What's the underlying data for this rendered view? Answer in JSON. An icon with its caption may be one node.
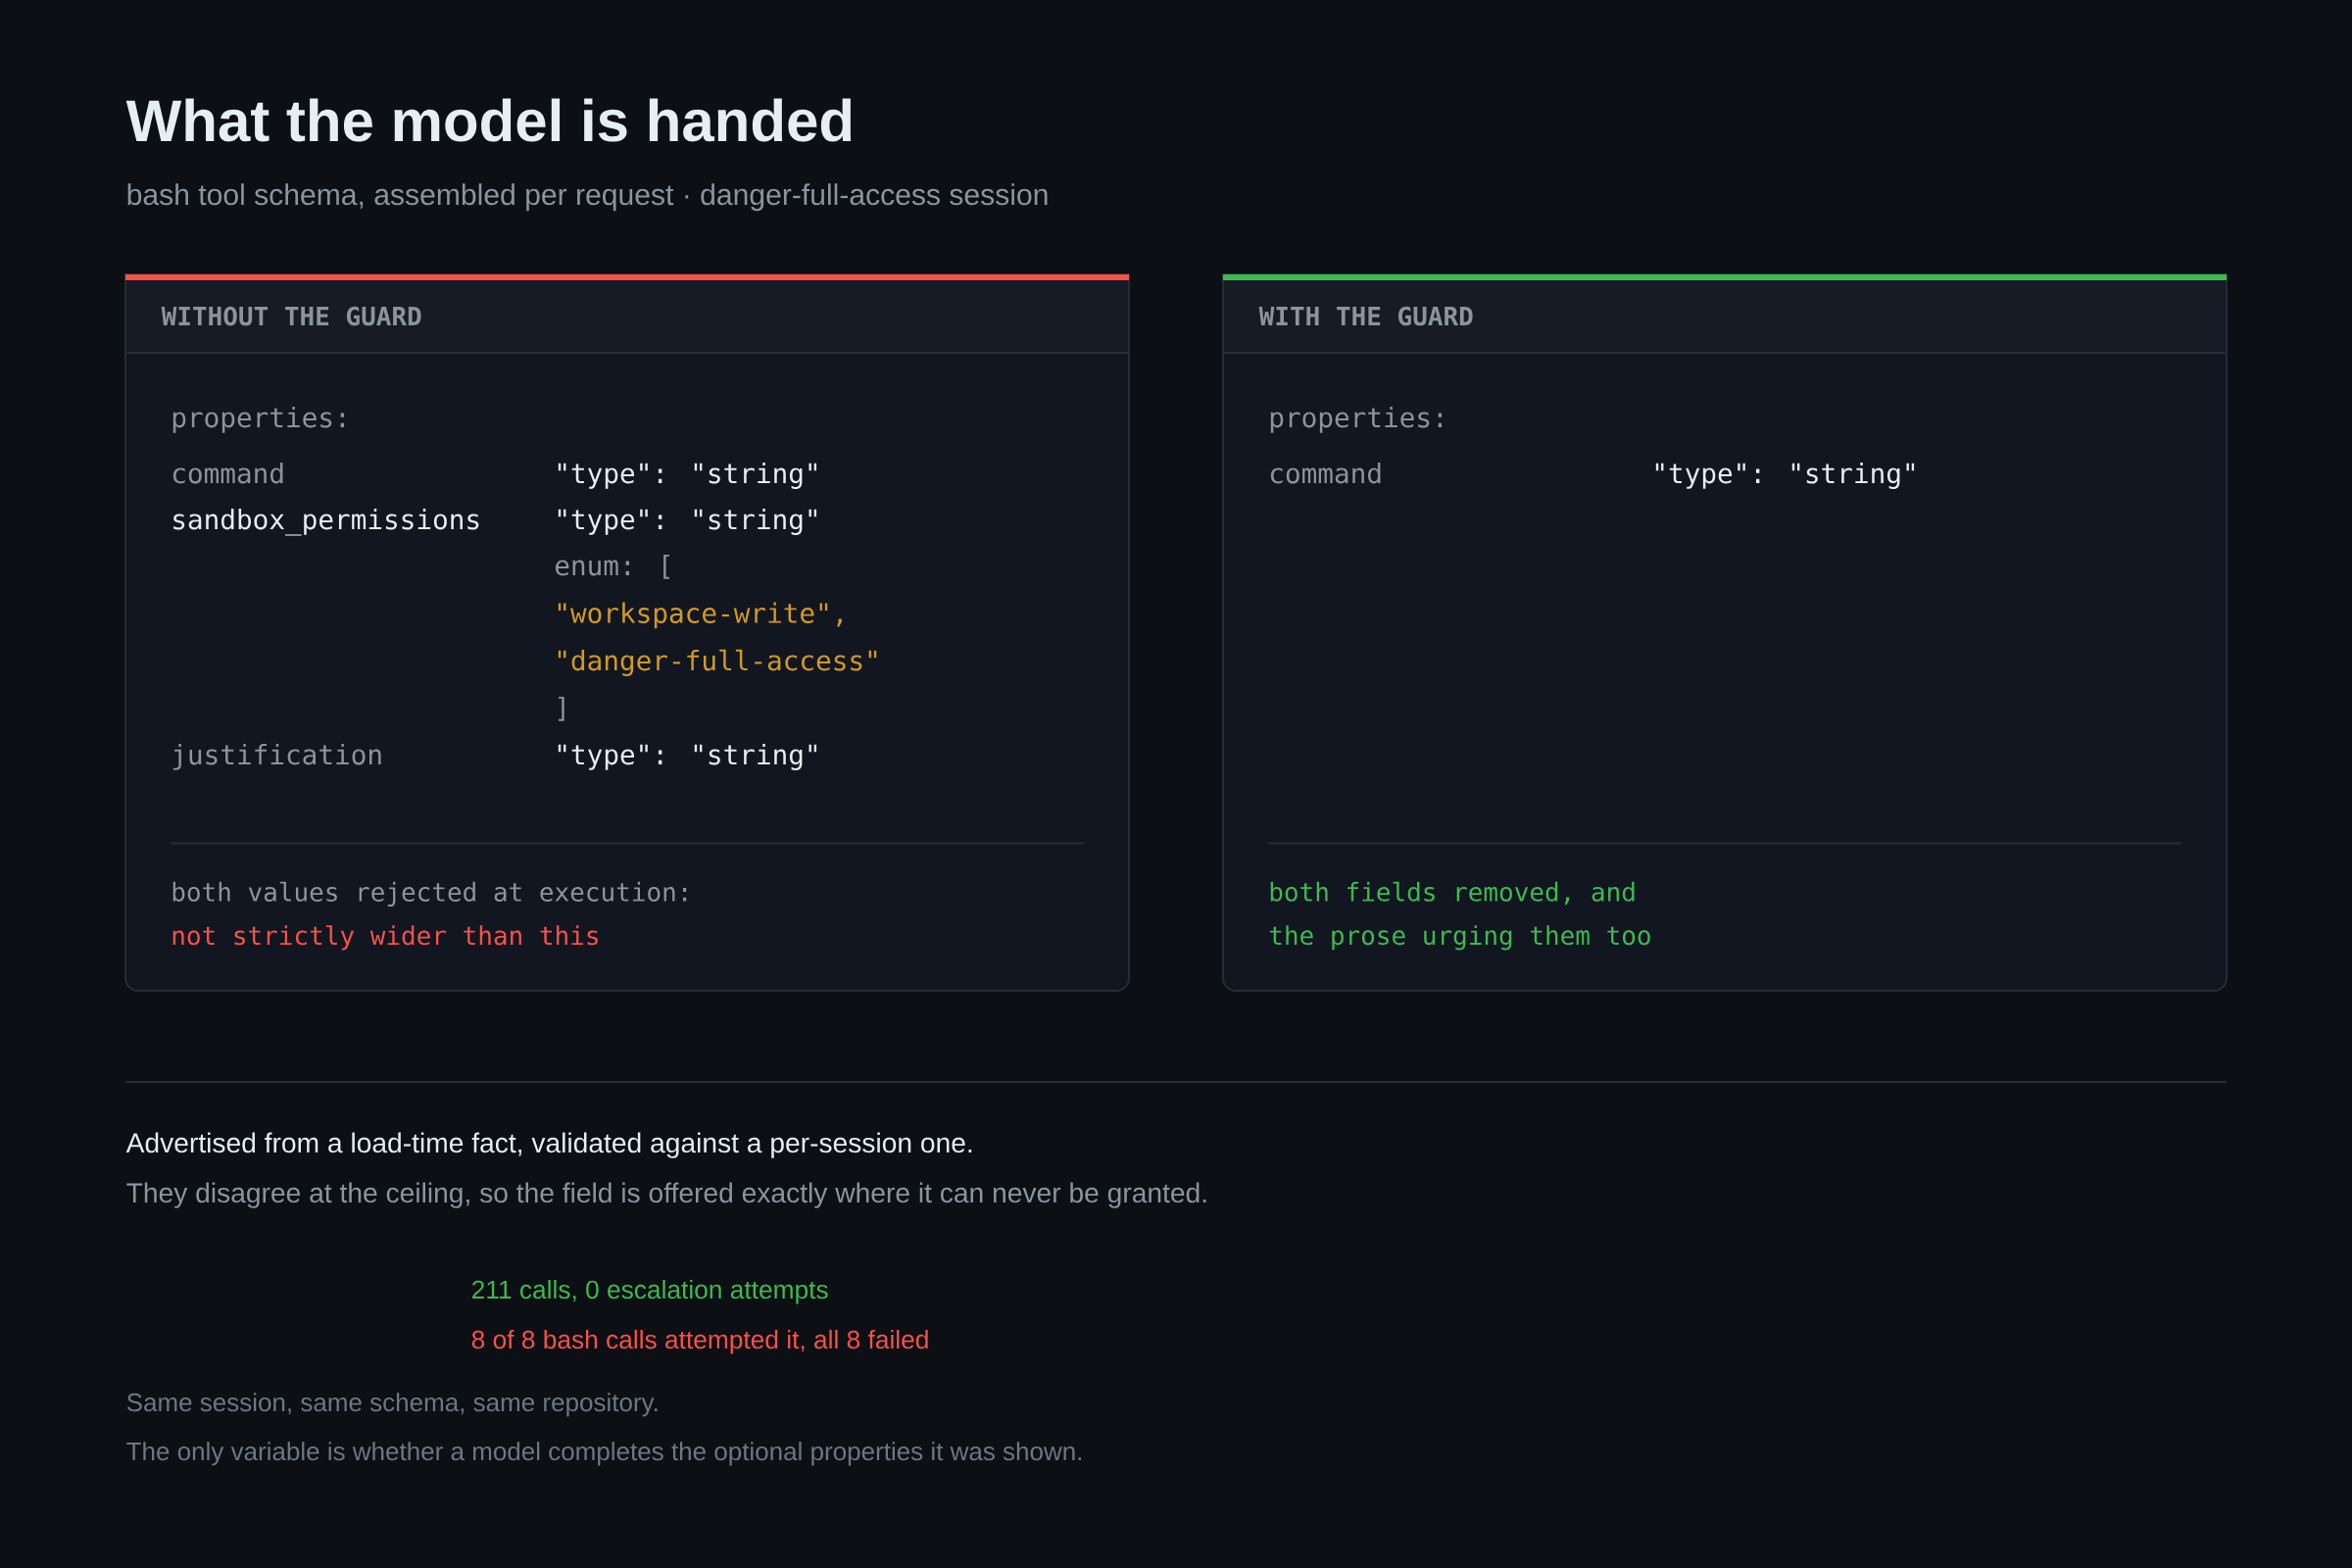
{
  "diagram": {
    "title": "What the model is handed",
    "nodes": [
      {
        "text": [
          "WITHOUT THE GUARD",
          "properties:",
          "command",
          "\"type\": \"string\"",
          "sandbox_permissions",
          "\"type\": \"string\"",
          "enum: [",
          "\"workspace-write\",",
          "\"danger-full-access\"",
          "]",
          "justification",
          "\"type\": \"string\"",
          "both values rejected at execution:",
          "not strictly wider than this"
        ]
      },
      {
        "text": [
          "WITH THE GUARD",
          "properties:",
          "command",
          "\"type\": \"string\"",
          "both fields removed, and the prose urging them too"
        ]
      }
    ],
    "labels": [
      "bash tool schema, assembled per request · danger-full-access session",
      "Advertised from a load-time fact, validated against a per-session one.",
      "They disagree at the ceiling, so the field is offered exactly where it can never be granted.",
      "211 calls, 0 escalation attempts",
      "8 of 8 bash calls attempted it, all 8 failed",
      "Same session, same schema, same repository.",
      "The only variable is whether a model completes the optional properties it was shown."
    ]
  }
}
